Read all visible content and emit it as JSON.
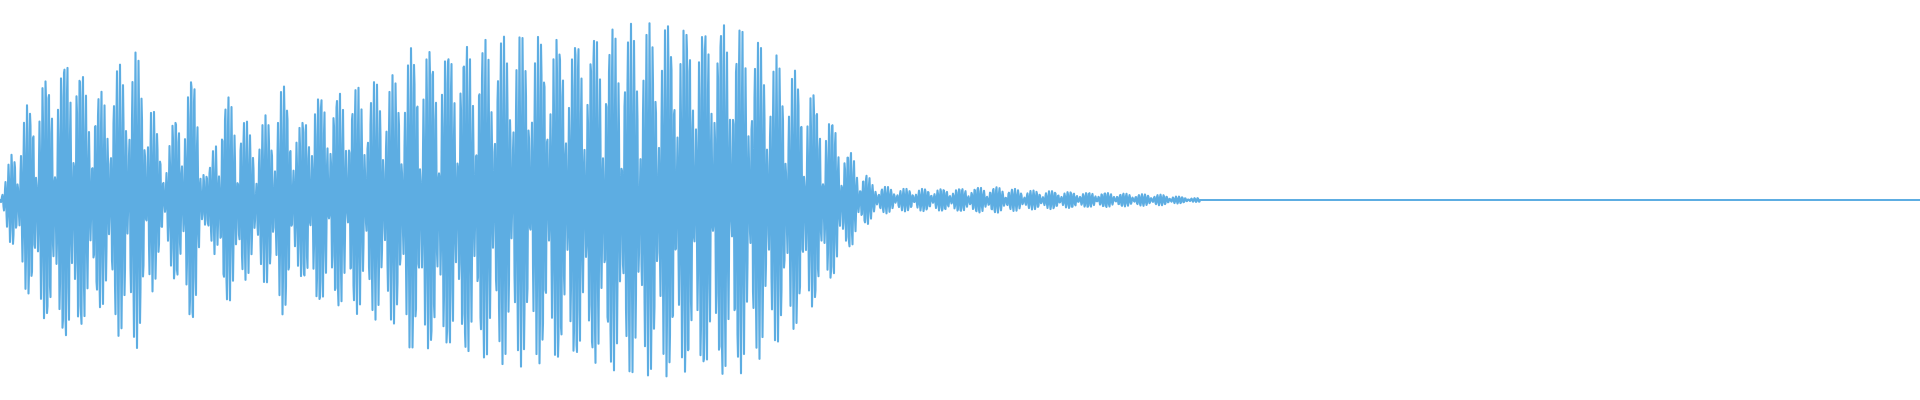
{
  "chart_data": {
    "type": "waveform",
    "title": "",
    "xlabel": "",
    "ylabel": "",
    "grid": false,
    "legend": "none",
    "color": "#5DADE2",
    "background": "#FFFFFF",
    "x_range": [
      0,
      1
    ],
    "y_range": [
      -1,
      1
    ],
    "audio_end_fraction": 0.625,
    "envelope": [
      [
        0.0,
        0.03
      ],
      [
        0.008,
        0.3
      ],
      [
        0.015,
        0.52
      ],
      [
        0.022,
        0.66
      ],
      [
        0.03,
        0.72
      ],
      [
        0.038,
        0.86
      ],
      [
        0.046,
        0.62
      ],
      [
        0.054,
        0.58
      ],
      [
        0.062,
        0.72
      ],
      [
        0.07,
        0.8
      ],
      [
        0.077,
        0.6
      ],
      [
        0.085,
        0.25
      ],
      [
        0.093,
        0.5
      ],
      [
        0.1,
        0.7
      ],
      [
        0.108,
        0.15
      ],
      [
        0.116,
        0.58
      ],
      [
        0.124,
        0.5
      ],
      [
        0.132,
        0.36
      ],
      [
        0.14,
        0.46
      ],
      [
        0.148,
        0.62
      ],
      [
        0.155,
        0.4
      ],
      [
        0.163,
        0.6
      ],
      [
        0.171,
        0.58
      ],
      [
        0.18,
        0.6
      ],
      [
        0.19,
        0.62
      ],
      [
        0.205,
        0.66
      ],
      [
        0.215,
        0.82
      ],
      [
        0.23,
        0.84
      ],
      [
        0.25,
        0.86
      ],
      [
        0.275,
        0.88
      ],
      [
        0.3,
        0.9
      ],
      [
        0.33,
        0.93
      ],
      [
        0.36,
        0.96
      ],
      [
        0.38,
        0.98
      ],
      [
        0.395,
        0.84
      ],
      [
        0.41,
        0.73
      ],
      [
        0.422,
        0.6
      ],
      [
        0.432,
        0.46
      ],
      [
        0.442,
        0.27
      ],
      [
        0.45,
        0.15
      ],
      [
        0.456,
        0.08
      ],
      [
        0.468,
        0.06
      ],
      [
        0.49,
        0.06
      ],
      [
        0.515,
        0.07
      ],
      [
        0.54,
        0.05
      ],
      [
        0.57,
        0.04
      ],
      [
        0.6,
        0.03
      ],
      [
        0.625,
        0.01
      ]
    ],
    "oscillation": {
      "cycles_per_unit": 105,
      "min_multiplier": 0.1
    }
  }
}
